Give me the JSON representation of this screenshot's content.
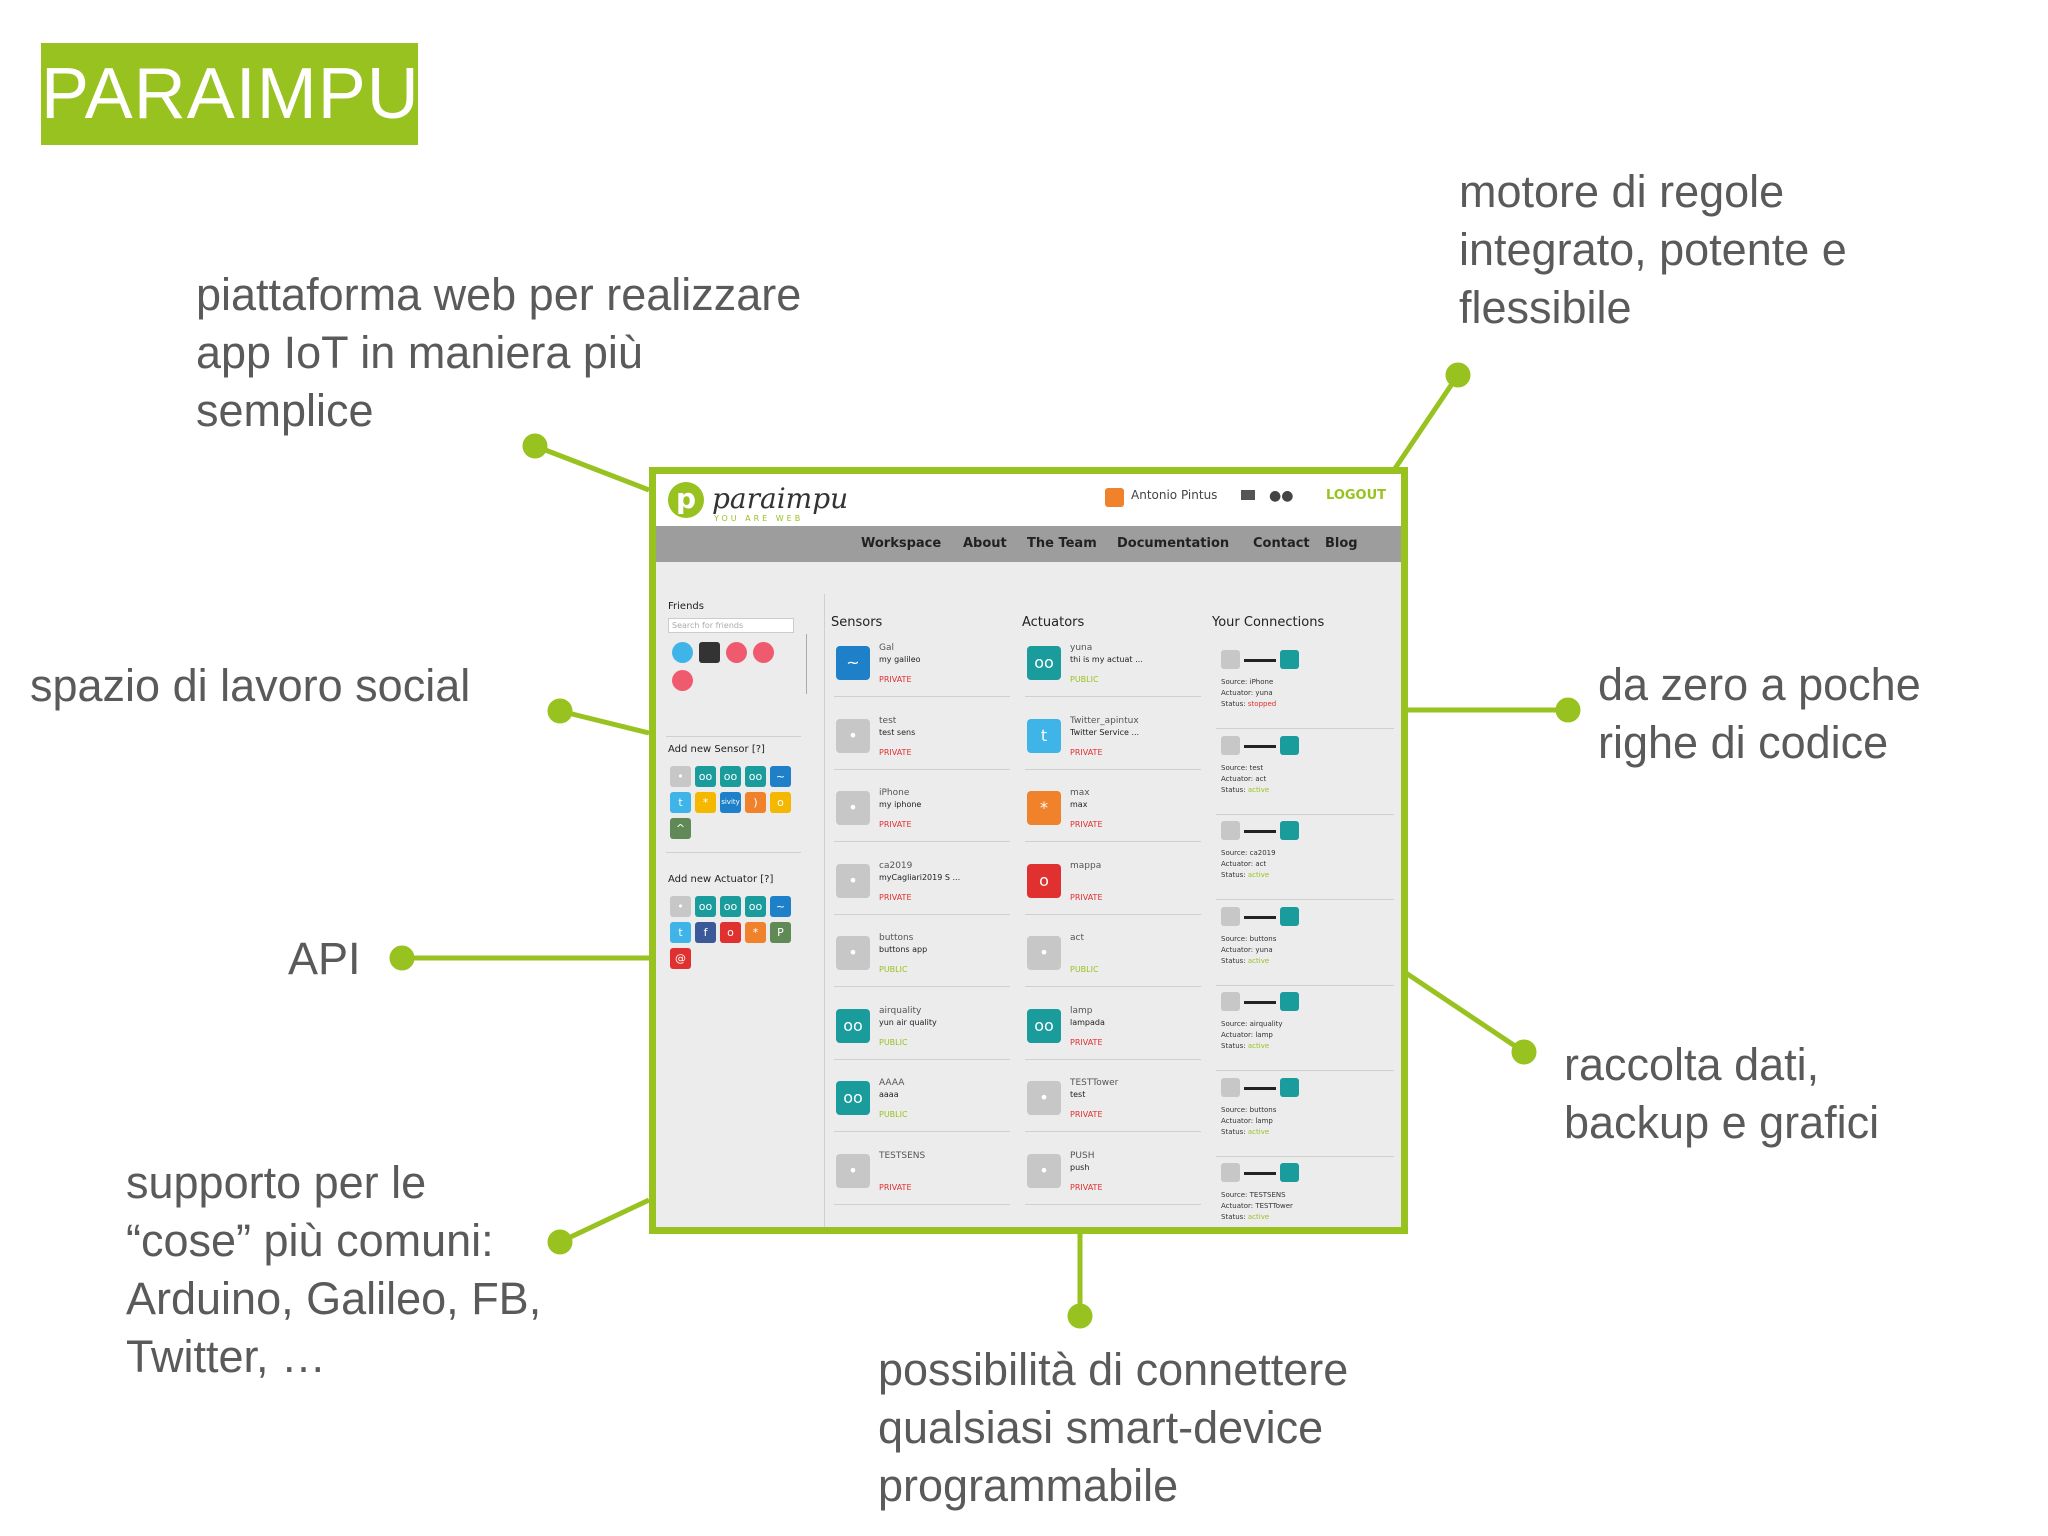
{
  "colors": {
    "accent": "#98c21f",
    "text": "#5a5a5a",
    "private": "#e0302f",
    "public": "#98c21f",
    "stopped": "#e0302f"
  },
  "badge": "PARAIMPU",
  "callouts": {
    "platform": "piattaforma web per realizzare\napp IoT in maniera più\nsemplice",
    "rules": "motore di regole\nintegrato, potente e\nflessibile",
    "social": "spazio di lavoro social",
    "code": "da zero a poche\nrighe di codice",
    "api": "API",
    "data": "raccolta dati,\nbackup e grafici",
    "things": "supporto per le\n“cose” più comuni:\nArduino, Galileo, FB,\nTwitter, …",
    "connect": "possibilità di connettere\nqualsiasi smart-device\nprogrammabile"
  },
  "app": {
    "logo": {
      "letter": "p",
      "word": "paraimpu",
      "tagline": "YOU ARE WEB"
    },
    "user": "Antonio Pintus",
    "logout": "LOGOUT",
    "nav": [
      "Workspace",
      "About",
      "The Team",
      "Documentation",
      "Contact",
      "Blog"
    ],
    "friends": {
      "title": "Friends",
      "placeholder": "Search for friends"
    },
    "add_sensor": "Add new Sensor [?]",
    "add_actuator": "Add new Actuator [?]",
    "sensors_title": "Sensors",
    "actuators_title": "Actuators",
    "connections_title": "Your Connections",
    "sensors": [
      {
        "name": "Gal",
        "sub": "my galileo",
        "vis": "PRIVATE",
        "icon": "galileo-icon"
      },
      {
        "name": "test",
        "sub": "test sens",
        "vis": "PRIVATE",
        "icon": "antenna-icon"
      },
      {
        "name": "iPhone",
        "sub": "my iphone",
        "vis": "PRIVATE",
        "icon": "antenna-icon"
      },
      {
        "name": "ca2019",
        "sub": "myCagliari2019 S ...",
        "vis": "PRIVATE",
        "icon": "antenna-icon"
      },
      {
        "name": "buttons",
        "sub": "buttons app",
        "vis": "PUBLIC",
        "icon": "antenna-icon"
      },
      {
        "name": "airquality",
        "sub": "yun air quality",
        "vis": "PUBLIC",
        "icon": "arduino-yun-icon"
      },
      {
        "name": "AAAA",
        "sub": "aaaa",
        "vis": "PUBLIC",
        "icon": "arduino-icon"
      },
      {
        "name": "TESTSENS",
        "sub": "",
        "vis": "PRIVATE",
        "icon": "antenna-icon"
      }
    ],
    "actuators": [
      {
        "name": "yuna",
        "sub": "thi is my actuat ...",
        "vis": "PUBLIC",
        "icon": "arduino-yun-icon"
      },
      {
        "name": "Twitter_apintux",
        "sub": "Twitter Service ...",
        "vis": "PRIVATE",
        "icon": "twitter-icon"
      },
      {
        "name": "max",
        "sub": "max",
        "vis": "PRIVATE",
        "icon": "gear-icon"
      },
      {
        "name": "mappa",
        "sub": "",
        "vis": "PRIVATE",
        "icon": "map-pin-icon"
      },
      {
        "name": "act",
        "sub": "",
        "vis": "PUBLIC",
        "icon": "robot-arm-icon"
      },
      {
        "name": "lamp",
        "sub": "lampada",
        "vis": "PRIVATE",
        "icon": "arduino-yun-icon"
      },
      {
        "name": "TESTTower",
        "sub": "test",
        "vis": "PRIVATE",
        "icon": "robot-arm-icon"
      },
      {
        "name": "PUSH",
        "sub": "push",
        "vis": "PRIVATE",
        "icon": "robot-arm-icon"
      }
    ],
    "connections": [
      {
        "source": "Source: iPhone",
        "actuator": "Actuator: yuna",
        "status_label": "Status: ",
        "status": "stopped"
      },
      {
        "source": "Source: test",
        "actuator": "Actuator: act",
        "status_label": "Status: ",
        "status": "active"
      },
      {
        "source": "Source: ca2019",
        "actuator": "Actuator: act",
        "status_label": "Status: ",
        "status": "active"
      },
      {
        "source": "Source: buttons",
        "actuator": "Actuator: yuna",
        "status_label": "Status: ",
        "status": "active"
      },
      {
        "source": "Source: airquality",
        "actuator": "Actuator: lamp",
        "status_label": "Status: ",
        "status": "active"
      },
      {
        "source": "Source: buttons",
        "actuator": "Actuator: lamp",
        "status_label": "Status: ",
        "status": "active"
      },
      {
        "source": "Source: TESTSENS",
        "actuator": "Actuator: TESTTower",
        "status_label": "Status: ",
        "status": "active"
      }
    ]
  }
}
